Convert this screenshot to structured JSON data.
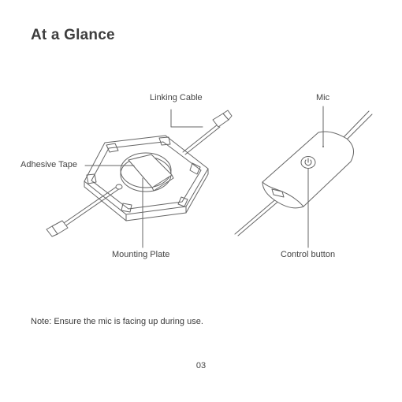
{
  "page": {
    "title": "At a Glance",
    "note": "Note: Ensure the mic is facing up during use.",
    "page_number": "03"
  },
  "labels": {
    "linking_cable": "Linking Cable",
    "adhesive_tape": "Adhesive Tape",
    "mounting_plate": "Mounting Plate",
    "mic": "Mic",
    "control_button": "Control button"
  },
  "colors": {
    "line": "#666666",
    "text": "#3a3a3a",
    "background": "#ffffff"
  },
  "icons": {
    "power": "power-icon"
  }
}
